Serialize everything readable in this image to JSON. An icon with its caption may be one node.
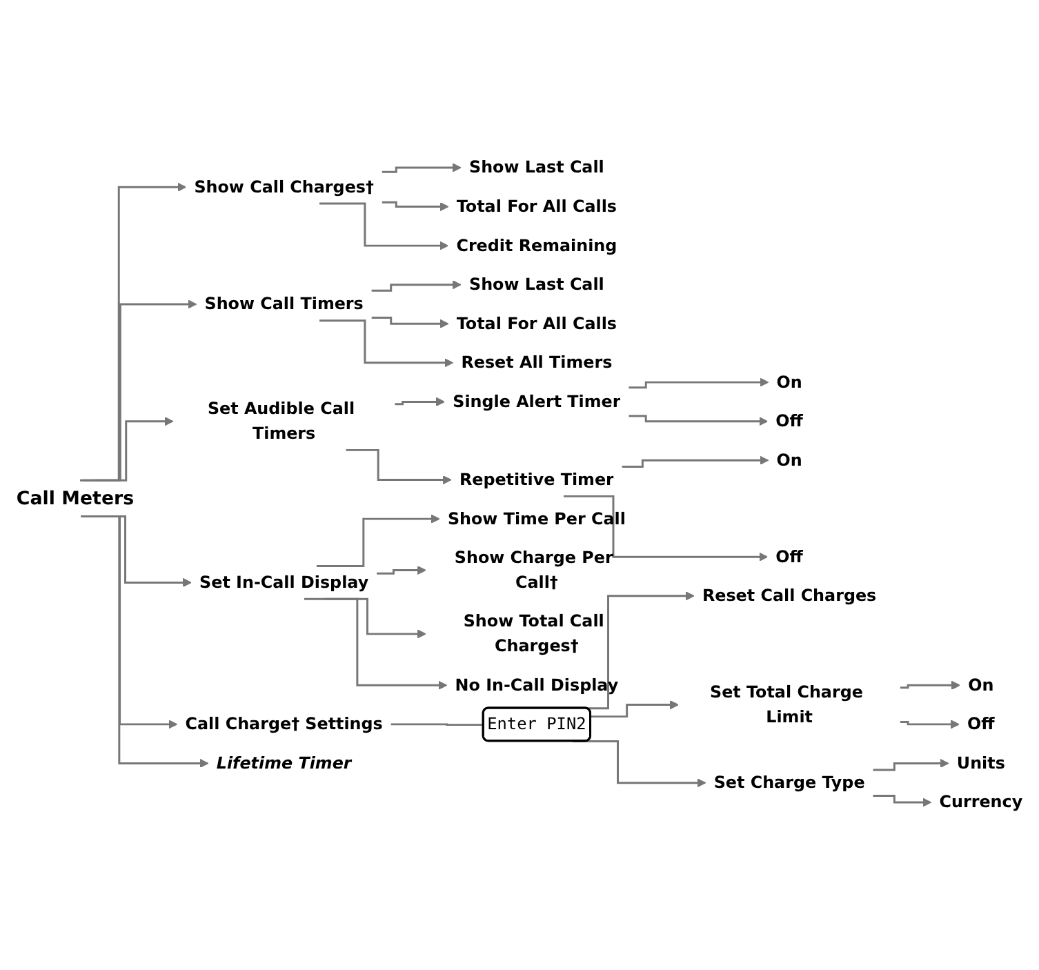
{
  "diagram": {
    "nodes": [
      {
        "text": [
          "Call Meters"
        ]
      },
      {
        "text": [
          "Show Call Charges†"
        ]
      },
      {
        "text": [
          "Show Last Call"
        ]
      },
      {
        "text": [
          "Total For All Calls"
        ]
      },
      {
        "text": [
          "Credit Remaining"
        ]
      },
      {
        "text": [
          "Show Call Timers"
        ]
      },
      {
        "text": [
          "Show Last Call"
        ]
      },
      {
        "text": [
          "Total For All Calls"
        ]
      },
      {
        "text": [
          "Reset All Timers"
        ]
      },
      {
        "text": [
          "Set Audible Call Timers"
        ]
      },
      {
        "text": [
          "Single Alert Timer"
        ]
      },
      {
        "text": [
          "On"
        ]
      },
      {
        "text": [
          "Off"
        ]
      },
      {
        "text": [
          "Repetitive Timer"
        ]
      },
      {
        "text": [
          "On"
        ]
      },
      {
        "text": [
          "Off"
        ]
      },
      {
        "text": [
          "Set In-Call Display"
        ]
      },
      {
        "text": [
          "Show Time Per Call"
        ]
      },
      {
        "text": [
          "Show Charge Per Call†"
        ]
      },
      {
        "text": [
          "Show Total Call Charges†"
        ]
      },
      {
        "text": [
          "No In-Call Display"
        ]
      },
      {
        "text": [
          "Call Charge† Settings"
        ]
      },
      {
        "text": [
          "Enter PIN2"
        ]
      },
      {
        "text": [
          "Reset Call Charges"
        ]
      },
      {
        "text": [
          "Set Total Charge Limit"
        ]
      },
      {
        "text": [
          "On"
        ]
      },
      {
        "text": [
          "Off"
        ]
      },
      {
        "text": [
          "Set Charge Type"
        ]
      },
      {
        "text": [
          "Units"
        ]
      },
      {
        "text": [
          "Currency"
        ]
      },
      {
        "text": [
          "Lifetime Timer"
        ]
      }
    ],
    "edges": [
      {
        "from": 0,
        "to": 1,
        "arrow": "to"
      },
      {
        "from": 1,
        "to": 2,
        "arrow": "to"
      },
      {
        "from": 1,
        "to": 3,
        "arrow": "to"
      },
      {
        "from": 1,
        "to": 4,
        "arrow": "to"
      },
      {
        "from": 0,
        "to": 5,
        "arrow": "to"
      },
      {
        "from": 5,
        "to": 6,
        "arrow": "to"
      },
      {
        "from": 5,
        "to": 7,
        "arrow": "to"
      },
      {
        "from": 5,
        "to": 8,
        "arrow": "to"
      },
      {
        "from": 0,
        "to": 9,
        "arrow": "to"
      },
      {
        "from": 9,
        "to": 10,
        "arrow": "to"
      },
      {
        "from": 10,
        "to": 11,
        "arrow": "to"
      },
      {
        "from": 10,
        "to": 12,
        "arrow": "to"
      },
      {
        "from": 9,
        "to": 13,
        "arrow": "to"
      },
      {
        "from": 13,
        "to": 14,
        "arrow": "to"
      },
      {
        "from": 13,
        "to": 15,
        "arrow": "to"
      },
      {
        "from": 0,
        "to": 16,
        "arrow": "to"
      },
      {
        "from": 16,
        "to": 17,
        "arrow": "to"
      },
      {
        "from": 16,
        "to": 18,
        "arrow": "to"
      },
      {
        "from": 16,
        "to": 19,
        "arrow": "to"
      },
      {
        "from": 16,
        "to": 20,
        "arrow": "to"
      },
      {
        "from": 0,
        "to": 21,
        "arrow": "to"
      },
      {
        "from": 21,
        "to": 22,
        "arrow": "none"
      },
      {
        "from": 22,
        "to": 23,
        "arrow": "to"
      },
      {
        "from": 22,
        "to": 24,
        "arrow": "to"
      },
      {
        "from": 24,
        "to": 25,
        "arrow": "to"
      },
      {
        "from": 24,
        "to": 26,
        "arrow": "to"
      },
      {
        "from": 22,
        "to": 27,
        "arrow": "to"
      },
      {
        "from": 27,
        "to": 28,
        "arrow": "to"
      },
      {
        "from": 27,
        "to": 29,
        "arrow": "to"
      },
      {
        "from": 0,
        "to": 30,
        "arrow": "to"
      }
    ]
  }
}
